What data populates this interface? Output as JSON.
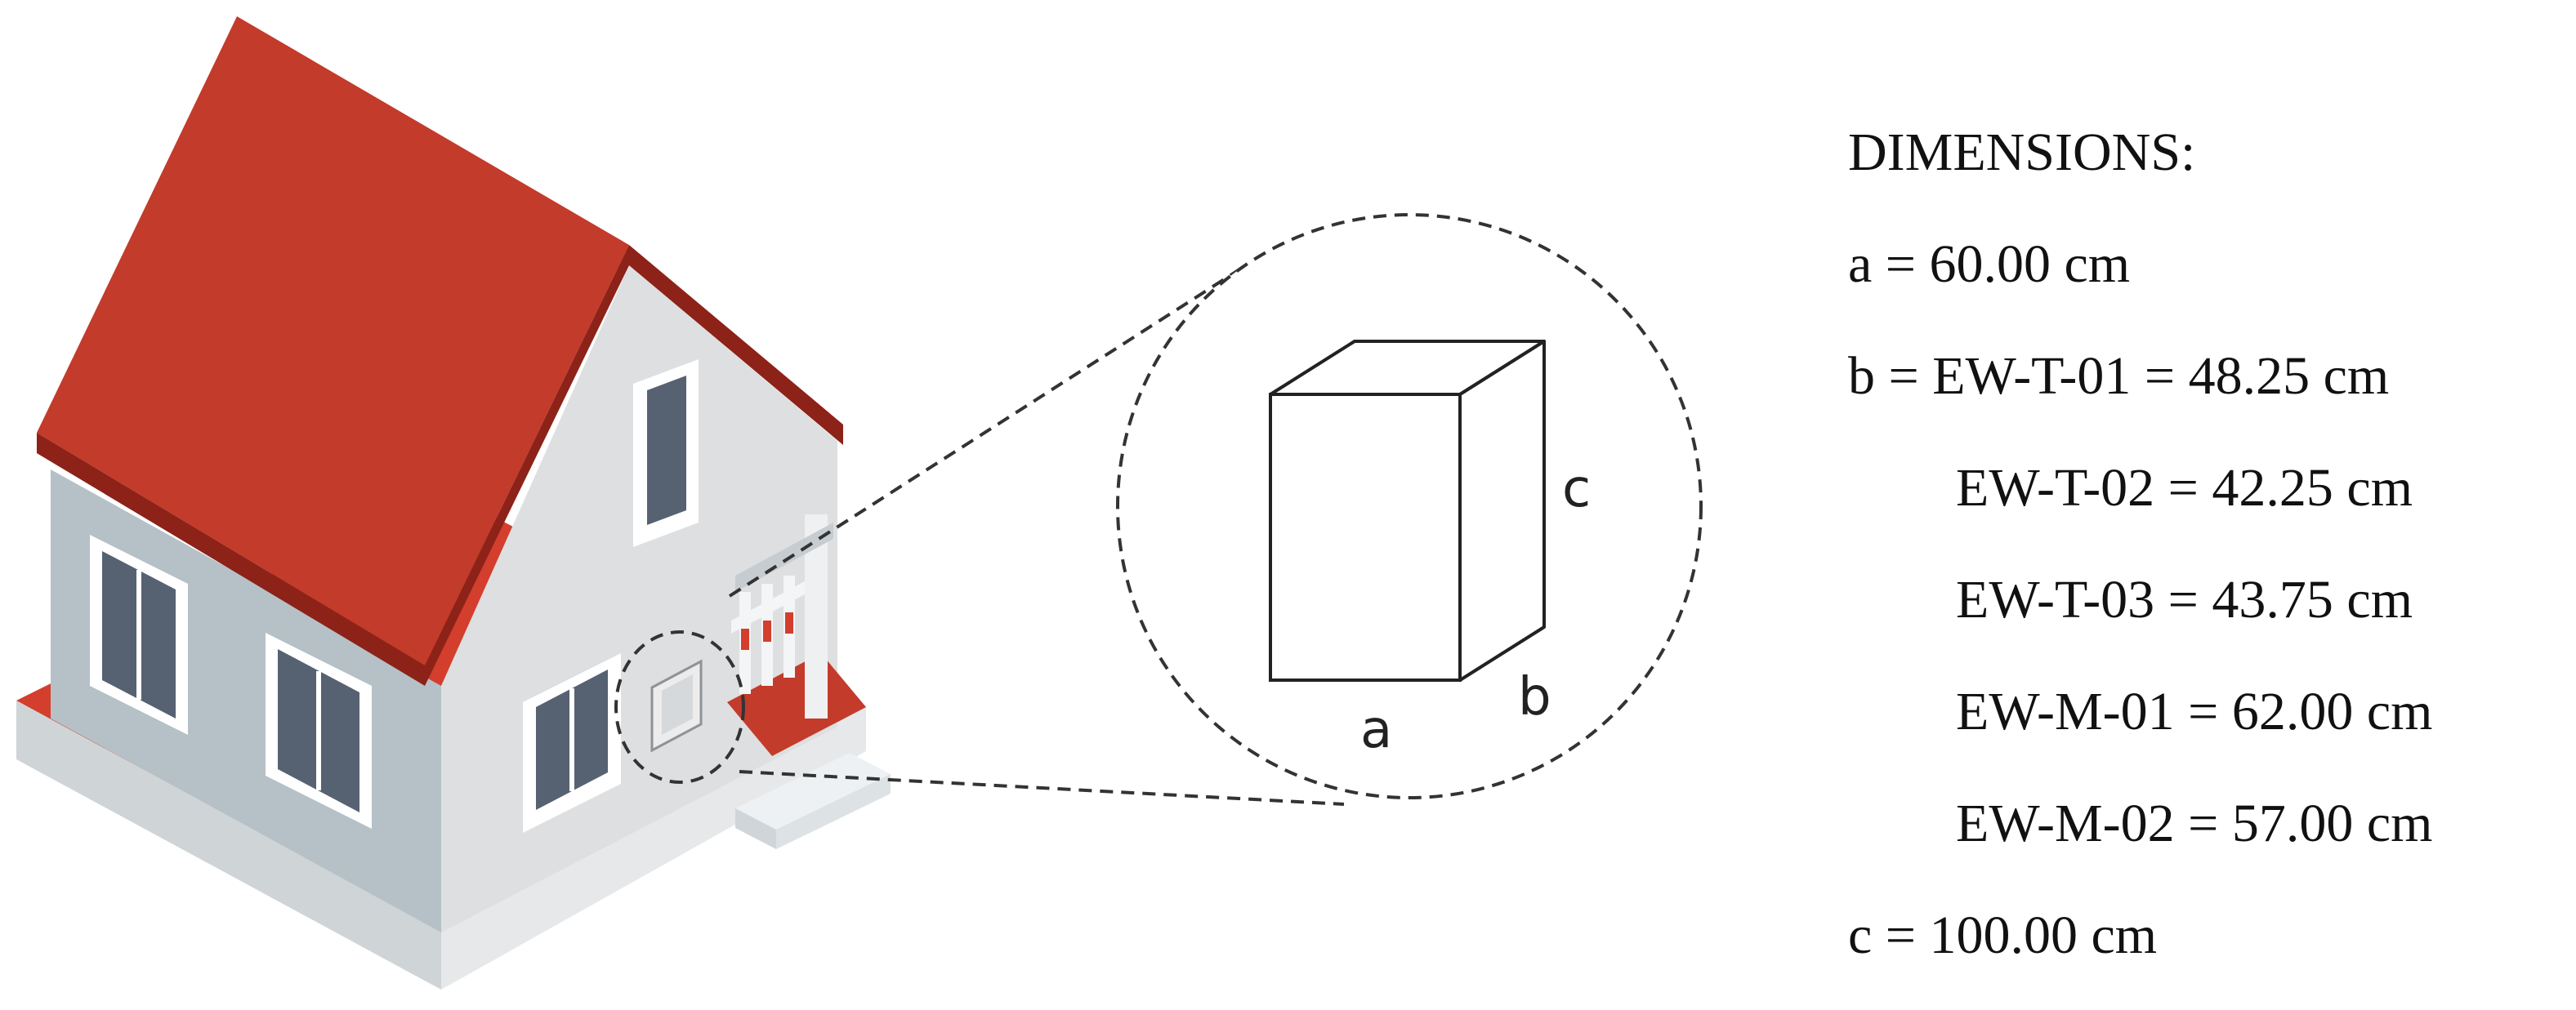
{
  "dimensions": {
    "heading": "DIMENSIONS:",
    "lines": [
      "a = 60.00 cm",
      "b = EW-T-01 = 48.25 cm",
      "EW-T-02 = 42.25 cm",
      "EW-T-03 = 43.75 cm",
      "EW-M-01 = 62.00 cm",
      "EW-M-02 = 57.00 cm",
      "c = 100.00 cm"
    ]
  },
  "box_labels": {
    "a": "a",
    "b": "b",
    "c": "c"
  },
  "colors": {
    "roof": "#c33b2b",
    "roof_edge": "#8d2218",
    "wall_front": "#b6c1c7",
    "wall_side": "#dedfe0",
    "window": "#566271",
    "base": "#d33e2d"
  }
}
